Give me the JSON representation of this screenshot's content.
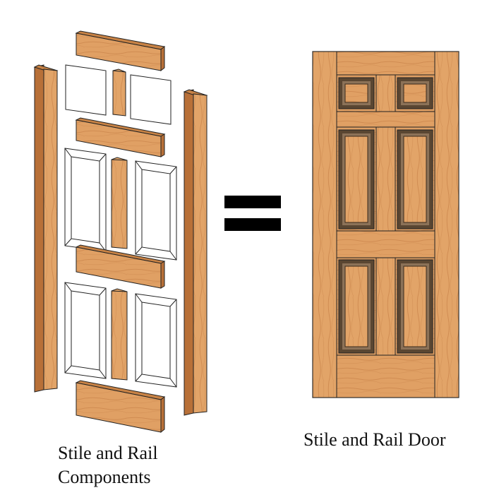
{
  "diagram": {
    "left_caption_line1": "Stile and Rail",
    "left_caption_line2": "Components",
    "right_caption": "Stile and Rail Door",
    "equals_symbol": "="
  },
  "colors": {
    "wood": "#e0a064",
    "wood_dark": "#b87038",
    "wood_shade": "#c27a40",
    "outline": "#222222",
    "panel_white": "#ffffff",
    "molding_dark": "#5a4632",
    "molding_mid": "#8c7258"
  }
}
